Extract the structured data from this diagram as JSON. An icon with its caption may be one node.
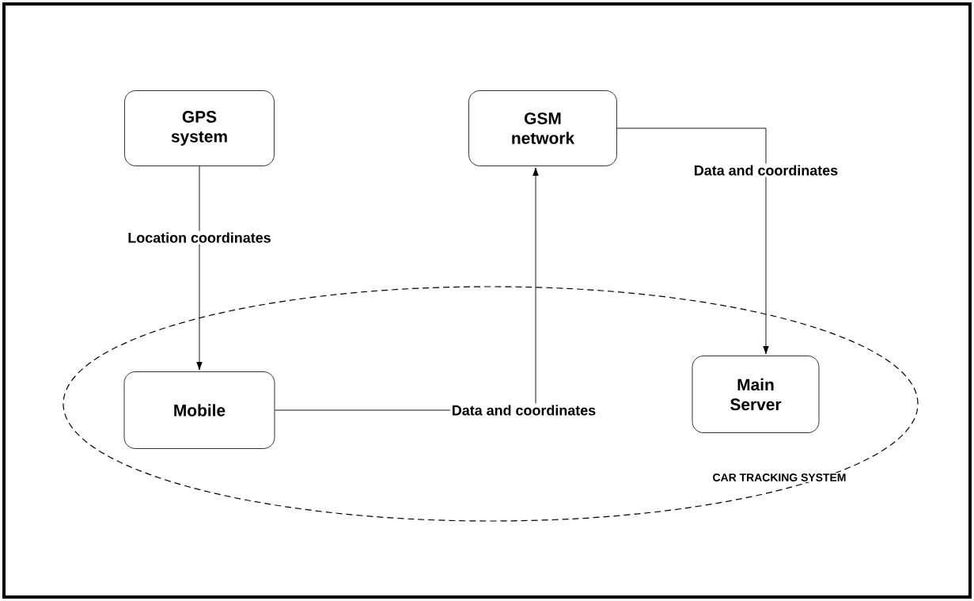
{
  "diagram": {
    "nodes": [
      {
        "text": [
          "GPS system"
        ]
      },
      {
        "text": [
          "GSM network"
        ]
      },
      {
        "text": [
          "CAR TRACKING SYSTEM"
        ]
      },
      {
        "text": [
          "Mobile"
        ],
        "in": 2
      },
      {
        "text": [
          "Main Server"
        ],
        "in": 2
      }
    ],
    "edges": [
      {
        "from": 0,
        "to": 3,
        "arrow": "to",
        "label": "Location coordinates"
      },
      {
        "from": 3,
        "to": 1,
        "arrow": "to",
        "label": "Data and coordinates"
      },
      {
        "from": 1,
        "to": 4,
        "arrow": "to",
        "label": "Data and coordinates"
      }
    ]
  }
}
